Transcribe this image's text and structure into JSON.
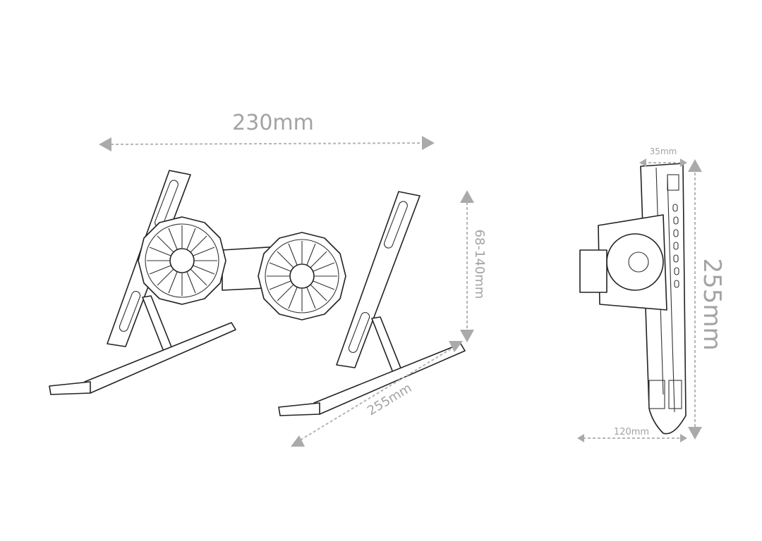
{
  "dimensions": {
    "width": "230mm",
    "height_range": "68-140mm",
    "depth": "255mm",
    "folded_thickness": "35mm",
    "folded_length": "255mm",
    "folded_width": "120mm"
  },
  "colors": {
    "dimension_text": "#a3a3a3",
    "line_art": "#222222"
  }
}
